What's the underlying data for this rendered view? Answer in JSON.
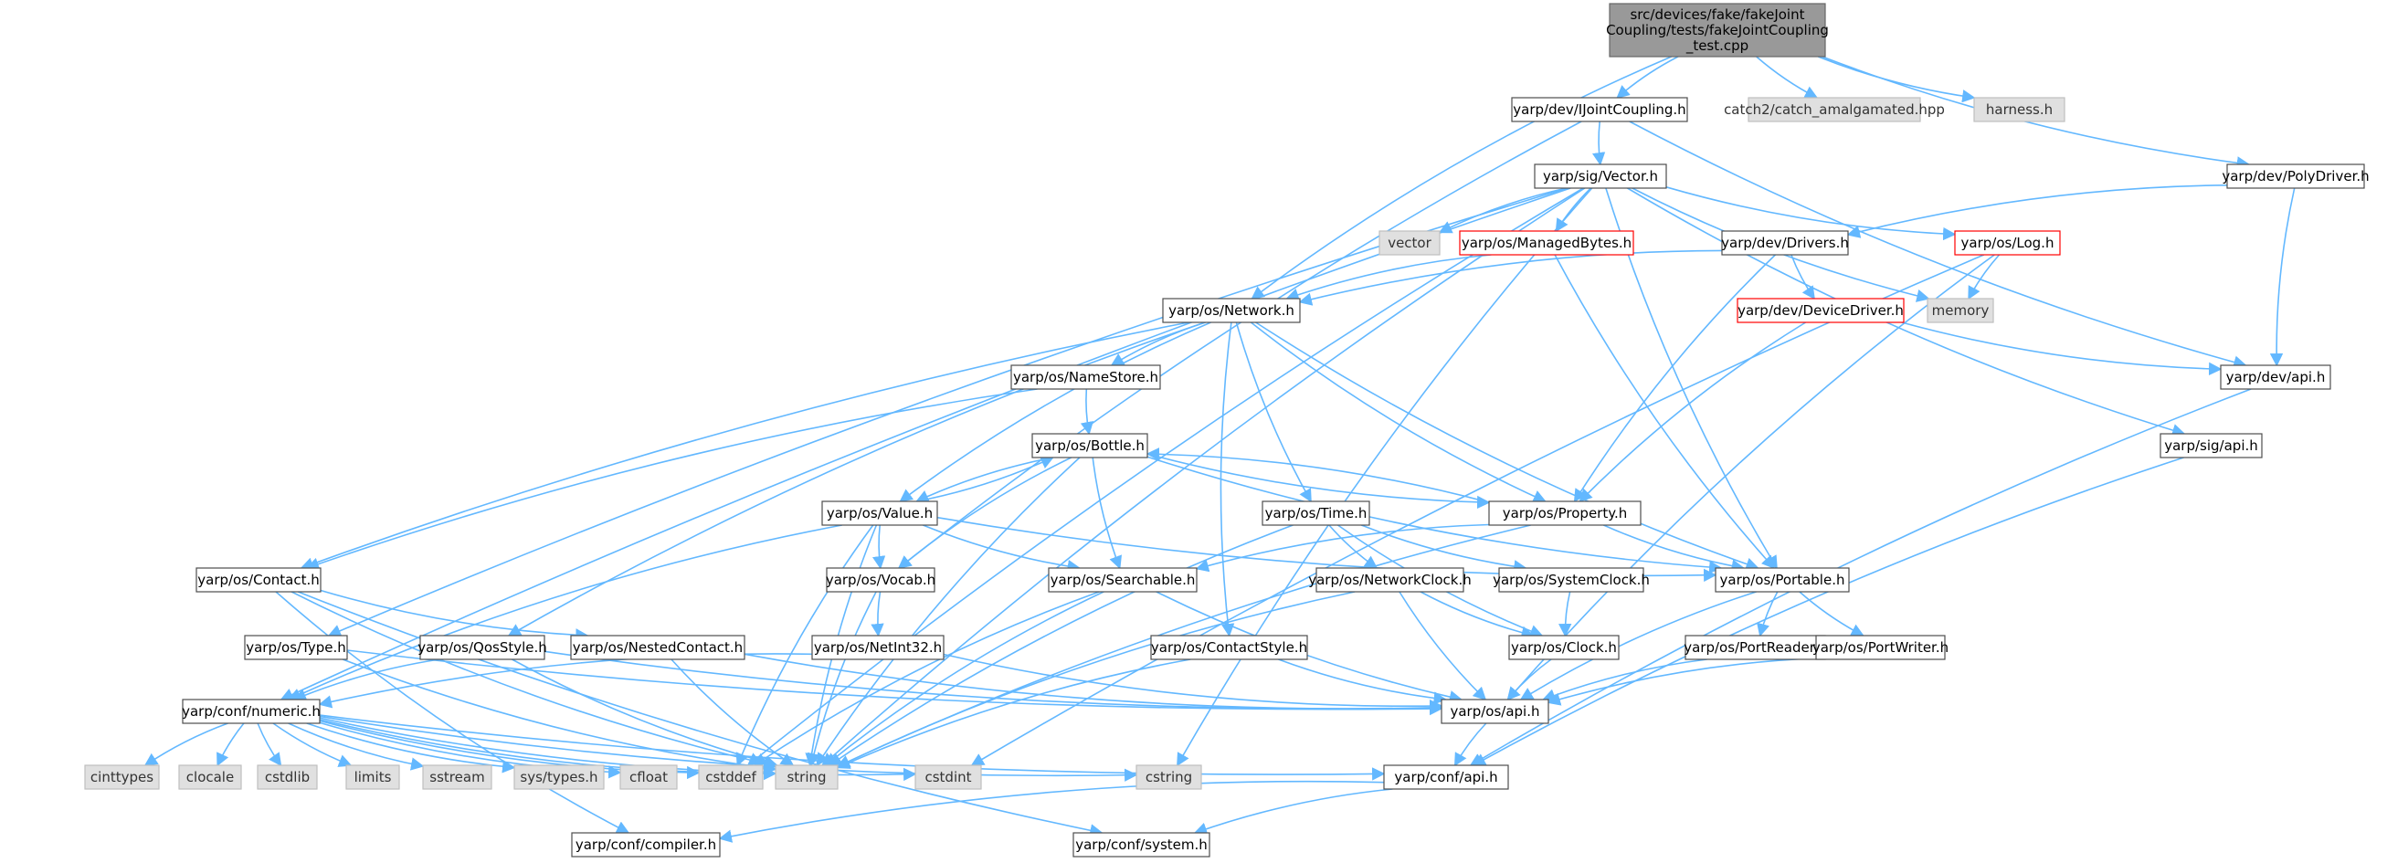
{
  "colors": {
    "edge": "#63b8ff",
    "root_fill": "#999999",
    "external_fill": "#e0e0e0",
    "undocumented_border": "#ff0000",
    "node_border": "#4d4d4d"
  },
  "nodes": [
    {
      "id": "root",
      "kind": "root",
      "lines": [
        "src/devices/fake/fakeJoint",
        "Coupling/tests/fakeJointCoupling",
        "_test.cpp"
      ]
    },
    {
      "id": "ijointcoupling",
      "kind": "normal",
      "lines": [
        "yarp/dev/IJointCoupling.h"
      ]
    },
    {
      "id": "catch2",
      "kind": "external",
      "lines": [
        "catch2/catch_amalgamated.hpp"
      ]
    },
    {
      "id": "harness",
      "kind": "external",
      "lines": [
        "harness.h"
      ]
    },
    {
      "id": "sigvector",
      "kind": "normal",
      "lines": [
        "yarp/sig/Vector.h"
      ]
    },
    {
      "id": "polydriver",
      "kind": "normal",
      "lines": [
        "yarp/dev/PolyDriver.h"
      ]
    },
    {
      "id": "vector",
      "kind": "external",
      "lines": [
        "vector"
      ]
    },
    {
      "id": "managedbytes",
      "kind": "red",
      "lines": [
        "yarp/os/ManagedBytes.h"
      ]
    },
    {
      "id": "drivers",
      "kind": "normal",
      "lines": [
        "yarp/dev/Drivers.h"
      ]
    },
    {
      "id": "oslog",
      "kind": "red",
      "lines": [
        "yarp/os/Log.h"
      ]
    },
    {
      "id": "network",
      "kind": "normal",
      "lines": [
        "yarp/os/Network.h"
      ]
    },
    {
      "id": "devicedriver",
      "kind": "red",
      "lines": [
        "yarp/dev/DeviceDriver.h"
      ]
    },
    {
      "id": "memory",
      "kind": "external",
      "lines": [
        "memory"
      ]
    },
    {
      "id": "devapi",
      "kind": "normal",
      "lines": [
        "yarp/dev/api.h"
      ]
    },
    {
      "id": "namestore",
      "kind": "normal",
      "lines": [
        "yarp/os/NameStore.h"
      ]
    },
    {
      "id": "bottle",
      "kind": "normal",
      "lines": [
        "yarp/os/Bottle.h"
      ]
    },
    {
      "id": "sigapi",
      "kind": "normal",
      "lines": [
        "yarp/sig/api.h"
      ]
    },
    {
      "id": "value",
      "kind": "normal",
      "lines": [
        "yarp/os/Value.h"
      ]
    },
    {
      "id": "time",
      "kind": "normal",
      "lines": [
        "yarp/os/Time.h"
      ]
    },
    {
      "id": "property",
      "kind": "normal",
      "lines": [
        "yarp/os/Property.h"
      ]
    },
    {
      "id": "contact",
      "kind": "normal",
      "lines": [
        "yarp/os/Contact.h"
      ]
    },
    {
      "id": "vocab",
      "kind": "normal",
      "lines": [
        "yarp/os/Vocab.h"
      ]
    },
    {
      "id": "searchable",
      "kind": "normal",
      "lines": [
        "yarp/os/Searchable.h"
      ]
    },
    {
      "id": "networkclock",
      "kind": "normal",
      "lines": [
        "yarp/os/NetworkClock.h"
      ]
    },
    {
      "id": "systemclock",
      "kind": "normal",
      "lines": [
        "yarp/os/SystemClock.h"
      ]
    },
    {
      "id": "portable",
      "kind": "normal",
      "lines": [
        "yarp/os/Portable.h"
      ]
    },
    {
      "id": "ostype",
      "kind": "normal",
      "lines": [
        "yarp/os/Type.h"
      ]
    },
    {
      "id": "qosstyle",
      "kind": "normal",
      "lines": [
        "yarp/os/QosStyle.h"
      ]
    },
    {
      "id": "nestedcontact",
      "kind": "normal",
      "lines": [
        "yarp/os/NestedContact.h"
      ]
    },
    {
      "id": "netint32",
      "kind": "normal",
      "lines": [
        "yarp/os/NetInt32.h"
      ]
    },
    {
      "id": "contactstyle",
      "kind": "normal",
      "lines": [
        "yarp/os/ContactStyle.h"
      ]
    },
    {
      "id": "clock",
      "kind": "normal",
      "lines": [
        "yarp/os/Clock.h"
      ]
    },
    {
      "id": "portreader",
      "kind": "normal",
      "lines": [
        "yarp/os/PortReader.h"
      ]
    },
    {
      "id": "portwriter",
      "kind": "normal",
      "lines": [
        "yarp/os/PortWriter.h"
      ]
    },
    {
      "id": "numeric",
      "kind": "normal",
      "lines": [
        "yarp/conf/numeric.h"
      ]
    },
    {
      "id": "osapi",
      "kind": "normal",
      "lines": [
        "yarp/os/api.h"
      ]
    },
    {
      "id": "cinttypes",
      "kind": "external",
      "lines": [
        "cinttypes"
      ]
    },
    {
      "id": "clocale",
      "kind": "external",
      "lines": [
        "clocale"
      ]
    },
    {
      "id": "cstdlib",
      "kind": "external",
      "lines": [
        "cstdlib"
      ]
    },
    {
      "id": "limits",
      "kind": "external",
      "lines": [
        "limits"
      ]
    },
    {
      "id": "sstream",
      "kind": "external",
      "lines": [
        "sstream"
      ]
    },
    {
      "id": "systypes",
      "kind": "external",
      "lines": [
        "sys/types.h"
      ]
    },
    {
      "id": "cfloat",
      "kind": "external",
      "lines": [
        "cfloat"
      ]
    },
    {
      "id": "cstddef",
      "kind": "external",
      "lines": [
        "cstddef"
      ]
    },
    {
      "id": "string",
      "kind": "external",
      "lines": [
        "string"
      ]
    },
    {
      "id": "cstdint",
      "kind": "external",
      "lines": [
        "cstdint"
      ]
    },
    {
      "id": "cstring",
      "kind": "external",
      "lines": [
        "cstring"
      ]
    },
    {
      "id": "confapi",
      "kind": "normal",
      "lines": [
        "yarp/conf/api.h"
      ]
    },
    {
      "id": "compiler",
      "kind": "normal",
      "lines": [
        "yarp/conf/compiler.h"
      ]
    },
    {
      "id": "system",
      "kind": "normal",
      "lines": [
        "yarp/conf/system.h"
      ]
    }
  ],
  "edges": [
    [
      "root",
      "ijointcoupling"
    ],
    [
      "root",
      "catch2"
    ],
    [
      "root",
      "harness"
    ],
    [
      "root",
      "network"
    ],
    [
      "root",
      "polydriver"
    ],
    [
      "ijointcoupling",
      "sigvector"
    ],
    [
      "ijointcoupling",
      "vocab"
    ],
    [
      "ijointcoupling",
      "devapi"
    ],
    [
      "sigvector",
      "vector"
    ],
    [
      "sigvector",
      "managedbytes"
    ],
    [
      "sigvector",
      "oslog"
    ],
    [
      "sigvector",
      "memory"
    ],
    [
      "sigvector",
      "portable"
    ],
    [
      "sigvector",
      "ostype"
    ],
    [
      "sigvector",
      "sigapi"
    ],
    [
      "sigvector",
      "cstddef"
    ],
    [
      "sigvector",
      "string"
    ],
    [
      "sigvector",
      "cstring"
    ],
    [
      "sigvector",
      "numeric"
    ],
    [
      "polydriver",
      "drivers"
    ],
    [
      "polydriver",
      "devapi"
    ],
    [
      "managedbytes",
      "network"
    ],
    [
      "managedbytes",
      "portable"
    ],
    [
      "drivers",
      "network"
    ],
    [
      "drivers",
      "property"
    ],
    [
      "drivers",
      "devicedriver"
    ],
    [
      "oslog",
      "memory"
    ],
    [
      "oslog",
      "osapi"
    ],
    [
      "oslog",
      "cstdint"
    ],
    [
      "devicedriver",
      "property"
    ],
    [
      "devicedriver",
      "devapi"
    ],
    [
      "devapi",
      "confapi"
    ],
    [
      "sigapi",
      "confapi"
    ],
    [
      "network",
      "namestore"
    ],
    [
      "network",
      "contact"
    ],
    [
      "network",
      "value"
    ],
    [
      "network",
      "time"
    ],
    [
      "network",
      "property"
    ],
    [
      "network",
      "contactstyle"
    ],
    [
      "network",
      "qosstyle"
    ],
    [
      "network",
      "portable"
    ],
    [
      "namestore",
      "bottle"
    ],
    [
      "namestore",
      "contact"
    ],
    [
      "bottle",
      "value"
    ],
    [
      "bottle",
      "vocab"
    ],
    [
      "bottle",
      "searchable"
    ],
    [
      "bottle",
      "property"
    ],
    [
      "bottle",
      "portable"
    ],
    [
      "bottle",
      "string"
    ],
    [
      "value",
      "bottle"
    ],
    [
      "value",
      "vocab"
    ],
    [
      "value",
      "searchable"
    ],
    [
      "value",
      "portable"
    ],
    [
      "value",
      "string"
    ],
    [
      "value",
      "numeric"
    ],
    [
      "value",
      "cstddef"
    ],
    [
      "property",
      "bottle"
    ],
    [
      "property",
      "searchable"
    ],
    [
      "property",
      "portable"
    ],
    [
      "property",
      "string"
    ],
    [
      "time",
      "networkclock"
    ],
    [
      "time",
      "systemclock"
    ],
    [
      "time",
      "clock"
    ],
    [
      "time",
      "string"
    ],
    [
      "contact",
      "nestedcontact"
    ],
    [
      "contact",
      "string"
    ],
    [
      "contact",
      "compiler"
    ],
    [
      "contact",
      "system"
    ],
    [
      "vocab",
      "netint32"
    ],
    [
      "vocab",
      "string"
    ],
    [
      "searchable",
      "osapi"
    ],
    [
      "searchable",
      "string"
    ],
    [
      "searchable",
      "cstddef"
    ],
    [
      "networkclock",
      "clock"
    ],
    [
      "networkclock",
      "osapi"
    ],
    [
      "networkclock",
      "string"
    ],
    [
      "systemclock",
      "clock"
    ],
    [
      "portable",
      "portreader"
    ],
    [
      "portable",
      "portwriter"
    ],
    [
      "portable",
      "osapi"
    ],
    [
      "ostype",
      "osapi"
    ],
    [
      "ostype",
      "string"
    ],
    [
      "qosstyle",
      "osapi"
    ],
    [
      "qosstyle",
      "string"
    ],
    [
      "qosstyle",
      "numeric"
    ],
    [
      "nestedcontact",
      "osapi"
    ],
    [
      "nestedcontact",
      "string"
    ],
    [
      "netint32",
      "osapi"
    ],
    [
      "netint32",
      "numeric"
    ],
    [
      "contactstyle",
      "osapi"
    ],
    [
      "contactstyle",
      "string"
    ],
    [
      "clock",
      "osapi"
    ],
    [
      "portreader",
      "osapi"
    ],
    [
      "portwriter",
      "osapi"
    ],
    [
      "numeric",
      "cinttypes"
    ],
    [
      "numeric",
      "clocale"
    ],
    [
      "numeric",
      "cstdlib"
    ],
    [
      "numeric",
      "limits"
    ],
    [
      "numeric",
      "sstream"
    ],
    [
      "numeric",
      "systypes"
    ],
    [
      "numeric",
      "cfloat"
    ],
    [
      "numeric",
      "cstddef"
    ],
    [
      "numeric",
      "string"
    ],
    [
      "numeric",
      "cstdint"
    ],
    [
      "numeric",
      "cstring"
    ],
    [
      "numeric",
      "confapi"
    ],
    [
      "osapi",
      "confapi"
    ],
    [
      "confapi",
      "compiler"
    ],
    [
      "confapi",
      "system"
    ]
  ]
}
